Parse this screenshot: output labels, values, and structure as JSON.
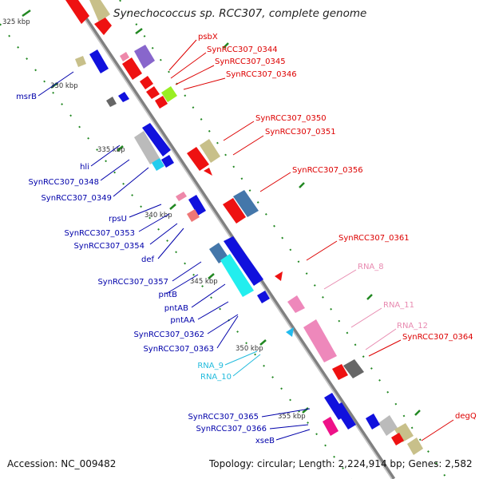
{
  "title": "Synechococcus sp. RCC307, complete genome",
  "footer": {
    "accession": "Accession: NC_009482",
    "topology": "Topology: circular; Length: 2,224,914 bp; Genes: 2,582"
  },
  "colors": {
    "backbone": "#808080",
    "forward_label": "#dd0000",
    "reverse_label": "#0000aa",
    "rna_label_pink": "#e88ab0",
    "rna_label_cyan": "#22bbdd",
    "tick_green": "#228822"
  },
  "ticks": [
    "325 kbp",
    "330 kbp",
    "335 kbp",
    "340 kbp",
    "345 kbp",
    "350 kbp",
    "355 kbp"
  ],
  "forward_labels": [
    "psbX",
    "SynRCC307_0344",
    "SynRCC307_0345",
    "SynRCC307_0346",
    "SynRCC307_0350",
    "SynRCC307_0351",
    "SynRCC307_0356",
    "SynRCC307_0361",
    "SynRCC307_0364",
    "degQ"
  ],
  "rna_labels_right": [
    "RNA_8",
    "RNA_11",
    "RNA_12"
  ],
  "reverse_labels": [
    "msrB",
    "hli",
    "SynRCC307_0348",
    "SynRCC307_0349",
    "rpsU",
    "SynRCC307_0353",
    "SynRCC307_0354",
    "def",
    "SynRCC307_0357",
    "pntB",
    "pntAB",
    "pntAA",
    "SynRCC307_0362",
    "SynRCC307_0363",
    "SynRCC307_0365",
    "SynRCC307_0366",
    "xseB"
  ],
  "rna_labels_left": [
    "RNA_9",
    "RNA_10"
  ]
}
